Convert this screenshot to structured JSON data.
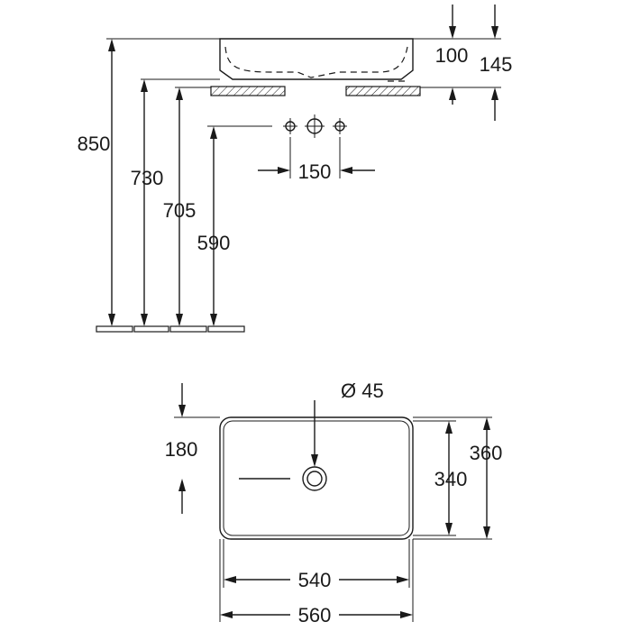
{
  "side_view": {
    "height_dims": [
      "850",
      "730",
      "705",
      "590"
    ],
    "bowl_height": "100",
    "total_height": "145",
    "tap_spacing": "150"
  },
  "top_view": {
    "drain_diameter": "Ø 45",
    "drain_offset": "180",
    "inner_depth": "340",
    "outer_depth": "360",
    "inner_width": "540",
    "outer_width": "560"
  }
}
